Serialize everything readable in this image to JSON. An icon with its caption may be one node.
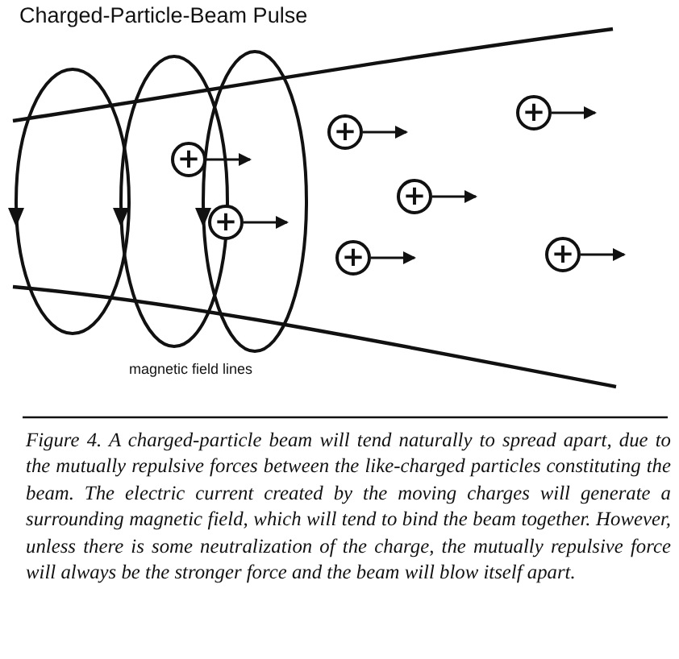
{
  "diagram": {
    "title": "Charged-Particle-Beam Pulse",
    "caption": "Figure 4. A charged-particle beam will tend naturally to spread apart, due to the mutually repulsive forces between the like-charged particles constituting the beam. The electric current created by the moving charges will generate a surrounding magnetic field, which will tend to bind the beam together. However, unless there is some neutralization of the charge, the mutually repulsive force will always be the stronger force and the beam will blow itself apart.",
    "nodes": [
      {
        "text": [
          "+"
        ]
      },
      {
        "text": [
          "+"
        ]
      },
      {
        "text": [
          "+"
        ]
      },
      {
        "text": [
          "+"
        ]
      },
      {
        "text": [
          "+"
        ]
      },
      {
        "text": [
          "+"
        ]
      },
      {
        "text": [
          "+"
        ]
      }
    ],
    "labels": [
      "magnetic field lines"
    ]
  }
}
